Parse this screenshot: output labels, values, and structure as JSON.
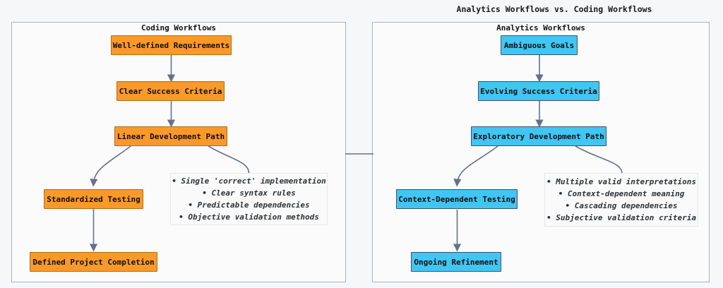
{
  "title": "Analytics Workflows vs. Coding Workflows",
  "coding": {
    "title": "Coding Workflows",
    "nodes": [
      "Well-defined Requirements",
      "Clear Success Criteria",
      "Linear Development Path",
      "Standardized Testing",
      "Defined Project Completion"
    ],
    "note_lines": [
      "• Single 'correct' implementation",
      "• Clear syntax rules",
      "• Predictable dependencies",
      "• Objective validation methods"
    ]
  },
  "analytics": {
    "title": "Analytics Workflows",
    "nodes": [
      "Ambiguous Goals",
      "Evolving Success Criteria",
      "Exploratory Development Path",
      "Context-Dependent Testing",
      "Ongoing Refinement"
    ],
    "note_lines": [
      "• Multiple valid interpretations",
      "• Context-dependent meaning",
      "• Cascading dependencies",
      "• Subjective validation criteria"
    ]
  },
  "colors": {
    "coding_fill": "#F9992A",
    "coding_stroke": "#B06E14",
    "analytics_fill": "#41C5F2",
    "analytics_stroke": "#44525F",
    "edge": "#65718C",
    "panel_border": "#ADB2BB",
    "note_bg": "#FAFAFA",
    "note_border": "#E6E7EA"
  }
}
